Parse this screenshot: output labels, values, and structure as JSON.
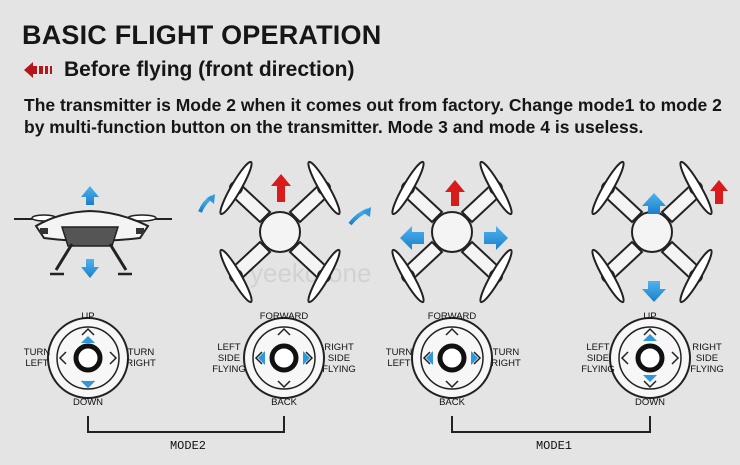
{
  "title": "BASIC FLIGHT OPERATION",
  "subtitle": "Before flying (front direction)",
  "intro": "The transmitter is Mode 2 when it comes out from factory. Change mode1 to mode 2 by multi-function button on the transmitter. Mode 3 and mode 4 is useless.",
  "colors": {
    "arrow_blue": "#2f97dc",
    "arrow_red": "#d81c1c",
    "bracket_line": "#222222"
  },
  "watermark": "yeekdrone",
  "diagrams": [
    {
      "drone_view": "side",
      "motion_arrows": [
        "up-arrow-icon",
        "down-arrow-icon"
      ],
      "stick": {
        "top": "UP",
        "bottom": "DOWN",
        "left": [
          "TURN",
          "LEFT"
        ],
        "right": [
          "TURN",
          "RIGHT"
        ],
        "highlight": "vertical"
      }
    },
    {
      "drone_view": "top",
      "motion_arrows": [
        "forward-arrow-icon",
        "rotate-arrow-icon"
      ],
      "stick": {
        "top": "FORWARD",
        "bottom": "BACK",
        "left": [
          "LEFT",
          "SIDE",
          "FLYING"
        ],
        "right": [
          "RIGHT",
          "SIDE",
          "FLYING"
        ],
        "highlight": "horizontal"
      }
    },
    {
      "drone_view": "top",
      "motion_arrows": [
        "forward-arrow-icon",
        "left-arrow-icon",
        "right-arrow-icon"
      ],
      "stick": {
        "top": "FORWARD",
        "bottom": "BACK",
        "left": [
          "TURN",
          "LEFT"
        ],
        "right": [
          "TURN",
          "RIGHT"
        ],
        "highlight": "horizontal"
      }
    },
    {
      "drone_view": "top",
      "motion_arrows": [
        "forward-arrow-icon",
        "up-arrow-icon",
        "down-arrow-icon"
      ],
      "stick": {
        "top": "UP",
        "bottom": "DOWN",
        "left": [
          "LEFT",
          "SIDE",
          "FLYING"
        ],
        "right": [
          "RIGHT",
          "SIDE",
          "FLYING"
        ],
        "highlight": "vertical"
      }
    }
  ],
  "modes": [
    {
      "label": "MODE2"
    },
    {
      "label": "MODE1"
    }
  ]
}
